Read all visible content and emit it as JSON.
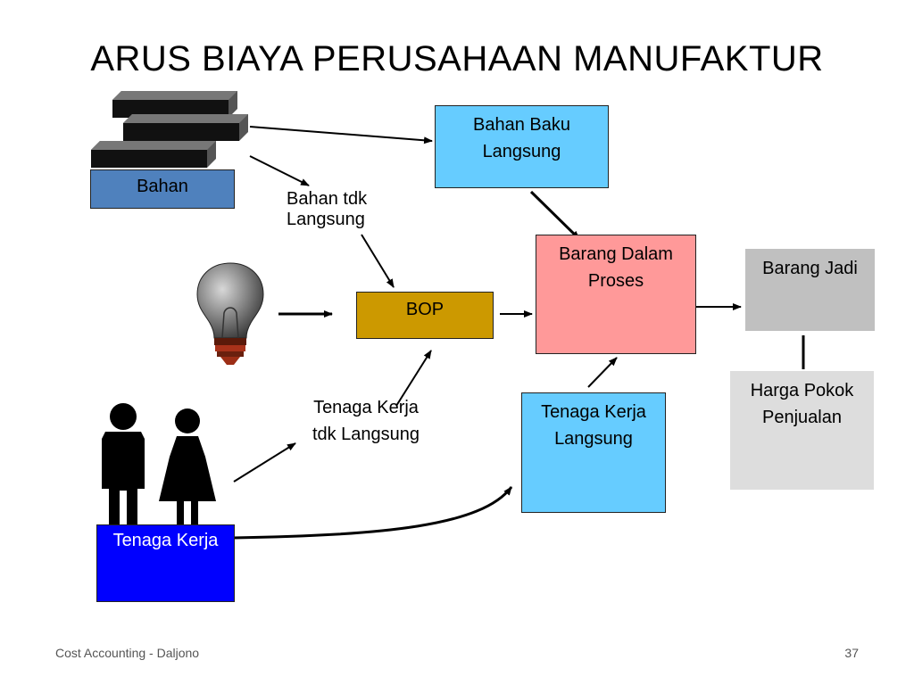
{
  "slide": {
    "title": "ARUS BIAYA PERUSAHAAN MANUFAKTUR",
    "footer_left": "Cost Accounting - Daljono",
    "page_number": "37"
  },
  "nodes": {
    "bahan": "Bahan",
    "bahan_baku": [
      "Bahan Baku",
      "Langsung"
    ],
    "bahan_tdk": [
      "Bahan tdk",
      "Langsung"
    ],
    "bop": "BOP",
    "barang_dalam_proses": [
      "Barang Dalam",
      "Proses"
    ],
    "barang_jadi": "Barang Jadi",
    "harga_pokok": [
      "Harga Pokok",
      "Penjualan"
    ],
    "tk_tdk": [
      "Tenaga Kerja",
      "tdk Langsung"
    ],
    "tk_langsung": [
      "Tenaga Kerja",
      "Langsung"
    ],
    "tenaga_kerja": "Tenaga Kerja"
  },
  "colors": {
    "bahan": "#4F81BD",
    "bahan_baku": "#66CCFF",
    "bop": "#CC9900",
    "barang_dalam_proses": "#FF9999",
    "barang_jadi": "#C0C0C0",
    "harga_pokok": "#DDDDDD",
    "tk_langsung": "#66CCFF",
    "tenaga_kerja": "#0000FF"
  },
  "icons": [
    "material-stack-icon",
    "light-bulb-icon",
    "people-icon"
  ]
}
